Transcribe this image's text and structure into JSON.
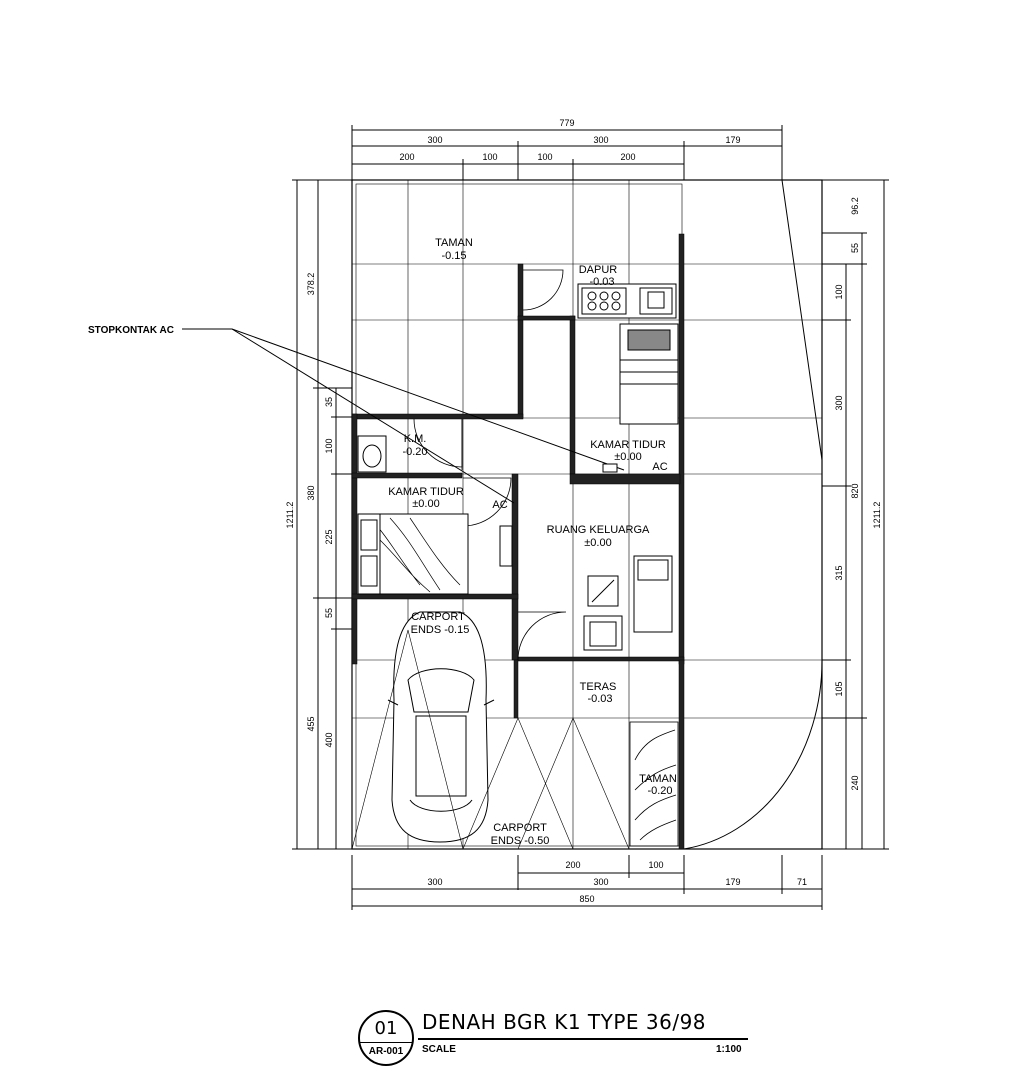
{
  "drawing": {
    "title": "DENAH BGR K1 TYPE 36/98",
    "number": "01",
    "sheet": "AR-001",
    "scale_label": "SCALE",
    "scale_value": "1:100"
  },
  "callout": {
    "label": "STOPKONTAK AC"
  },
  "rooms": {
    "taman_top": {
      "name": "TAMAN",
      "level": "-0.15"
    },
    "dapur": {
      "name": "DAPUR",
      "level": "-0.03"
    },
    "km": {
      "name": "K.M.",
      "level": "-0.20"
    },
    "kamar_tidur_1": {
      "name": "KAMAR TIDUR",
      "level": "±0.00"
    },
    "kamar_tidur_2": {
      "name": "KAMAR TIDUR",
      "level": "±0.00"
    },
    "ruang_keluarga": {
      "name": "RUANG KELUARGA",
      "level": "±0.00"
    },
    "teras": {
      "name": "TERAS",
      "level": "-0.03"
    },
    "carport_upper": {
      "name": "CARPORT",
      "level": "ENDS -0.15"
    },
    "carport_lower": {
      "name": "CARPORT",
      "level": "ENDS -0.50"
    },
    "taman_side": {
      "name": "TAMAN",
      "level": "-0.20"
    },
    "ac_1": "AC",
    "ac_2": "AC"
  },
  "dimensions": {
    "top_total": "779",
    "top_row1": [
      "300",
      "300",
      "179"
    ],
    "top_row2": [
      "200",
      "100",
      "100",
      "200"
    ],
    "bottom_row1": [
      "200",
      "100"
    ],
    "bottom_row2": [
      "300",
      "300",
      "179",
      "71"
    ],
    "bottom_total": "850",
    "left_outer": "1211.2",
    "left_upper": "378.2",
    "left_mid": "380",
    "left_lower": "455",
    "left_inner": [
      "35",
      "100",
      "225",
      "55",
      "400"
    ],
    "right_outer": "1211.2",
    "right_top": "96.2",
    "right_820": "820",
    "right_inner": [
      "55",
      "100",
      "300",
      "315",
      "105",
      "240"
    ]
  }
}
